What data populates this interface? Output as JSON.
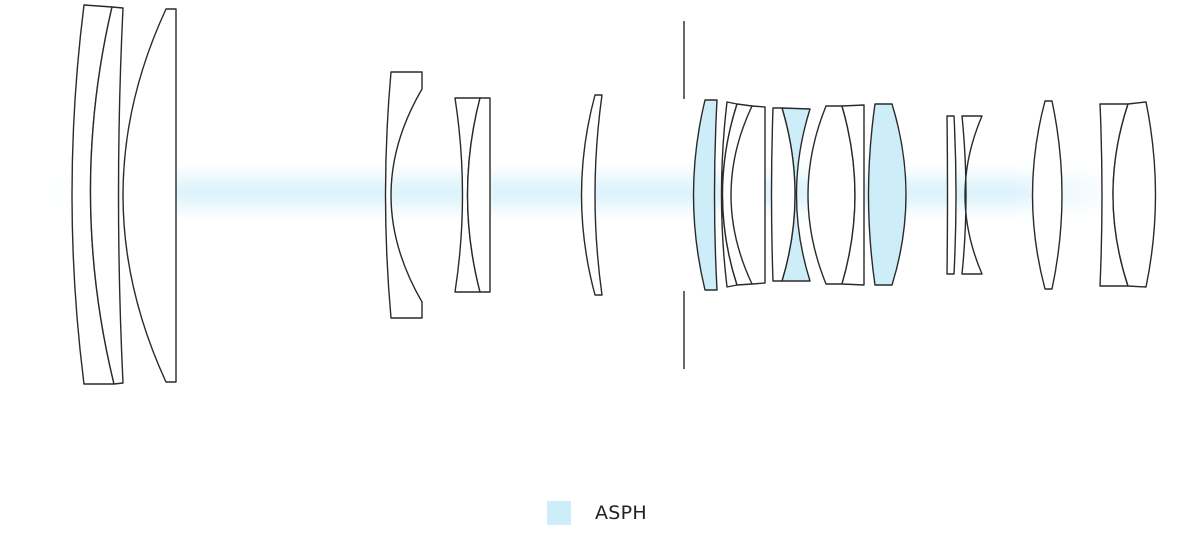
{
  "colors": {
    "asph_fill": "#cdeef9",
    "plain_fill": "#ffffff",
    "outline": "#2a2a2a",
    "beam": "#cfeefa"
  },
  "legend": {
    "label": "ASPH"
  },
  "elements": [
    {
      "name": "lens-element-1",
      "aspherical": false
    },
    {
      "name": "lens-element-2",
      "aspherical": false
    },
    {
      "name": "lens-element-3",
      "aspherical": false
    },
    {
      "name": "lens-element-4",
      "aspherical": false
    },
    {
      "name": "lens-element-5",
      "aspherical": false
    },
    {
      "name": "lens-element-6",
      "aspherical": false
    },
    {
      "name": "lens-element-7",
      "aspherical": false
    },
    {
      "name": "lens-element-8",
      "aspherical": true
    },
    {
      "name": "lens-element-9",
      "aspherical": false
    },
    {
      "name": "lens-element-10",
      "aspherical": false
    },
    {
      "name": "lens-element-11",
      "aspherical": false
    },
    {
      "name": "lens-element-12",
      "aspherical": true
    },
    {
      "name": "lens-element-13",
      "aspherical": false
    },
    {
      "name": "lens-element-14",
      "aspherical": false
    },
    {
      "name": "lens-element-15",
      "aspherical": true
    },
    {
      "name": "lens-element-16",
      "aspherical": false
    },
    {
      "name": "lens-element-17",
      "aspherical": false
    },
    {
      "name": "lens-element-18",
      "aspherical": false
    },
    {
      "name": "lens-element-19",
      "aspherical": false
    },
    {
      "name": "lens-element-20",
      "aspherical": false
    }
  ]
}
